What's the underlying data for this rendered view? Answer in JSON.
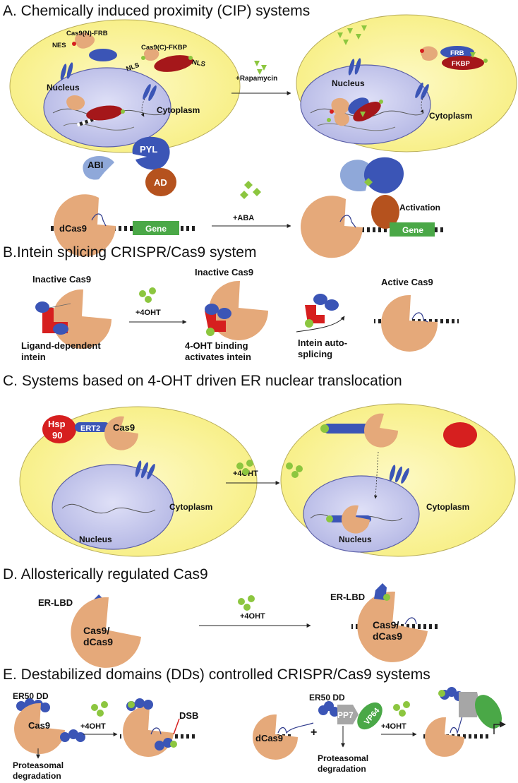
{
  "panels": {
    "A": {
      "title": "A. Chemically induced proximity (CIP) systems",
      "cas9n_frb": "Cas9(N)-FRB",
      "cas9c_fkbp": "Cas9(C)-FKBP",
      "nes": "NES",
      "nls": "NLS",
      "nucleus": "Nucleus",
      "cytoplasm": "Cytoplasm",
      "rapamycin": "+Rapamycin",
      "frb": "FRB",
      "fkbp": "FKBP",
      "abi": "ABI",
      "pyl": "PYL",
      "ad": "AD",
      "dcas9": "dCas9",
      "gene": "Gene",
      "aba": "+ABA",
      "activation": "Activation"
    },
    "B": {
      "title": "B.Intein splicing CRISPR/Cas9 system",
      "inactive": "Inactive Cas9",
      "ligand_line1": "Ligand-dependent",
      "ligand_line2": "intein",
      "ohtt": "+4OHT",
      "binding_line1": "4-OHT binding",
      "binding_line2": "activates intein",
      "auto_line1": "Intein auto-",
      "auto_line2": "splicing",
      "active": "Active Cas9"
    },
    "C": {
      "title": "C.  Systems based on 4-OHT driven ER nuclear translocation",
      "hsp_line1": "Hsp",
      "hsp_line2": "90",
      "ert2": "ERT2",
      "cas9": "Cas9",
      "cytoplasm": "Cytoplasm",
      "nucleus": "Nucleus",
      "ohtt": "+4OHT"
    },
    "D": {
      "title": "D.  Allosterically regulated Cas9",
      "erlbd": "ER-LBD",
      "cas9_line1": "Cas9/",
      "cas9_line2": "dCas9",
      "ohtt": "+4OHT"
    },
    "E": {
      "title": "E.  Destabilized domains (DDs) controlled CRISPR/Cas9 systems",
      "er50dd": "ER50 DD",
      "cas9": "Cas9",
      "ohtt": "+4OHT",
      "dsb": "DSB",
      "prot_line1": "Proteasomal",
      "prot_line2": "degradation",
      "dcas9": "dCas9",
      "plus": "+",
      "pp7": "PP7",
      "vp64": "VP64"
    }
  },
  "colors": {
    "cell": "#fbf6a8",
    "nucleus": "#c7c9ec",
    "cas9": "#e5a97a",
    "blue": "#3b55b6",
    "red": "#d61f1f",
    "darkred": "#a5171a",
    "green": "#8cc63f",
    "gene": "#4aa847",
    "lightblue": "#8fa8d9",
    "brown": "#b5521e",
    "grey": "#a6a6a6"
  }
}
